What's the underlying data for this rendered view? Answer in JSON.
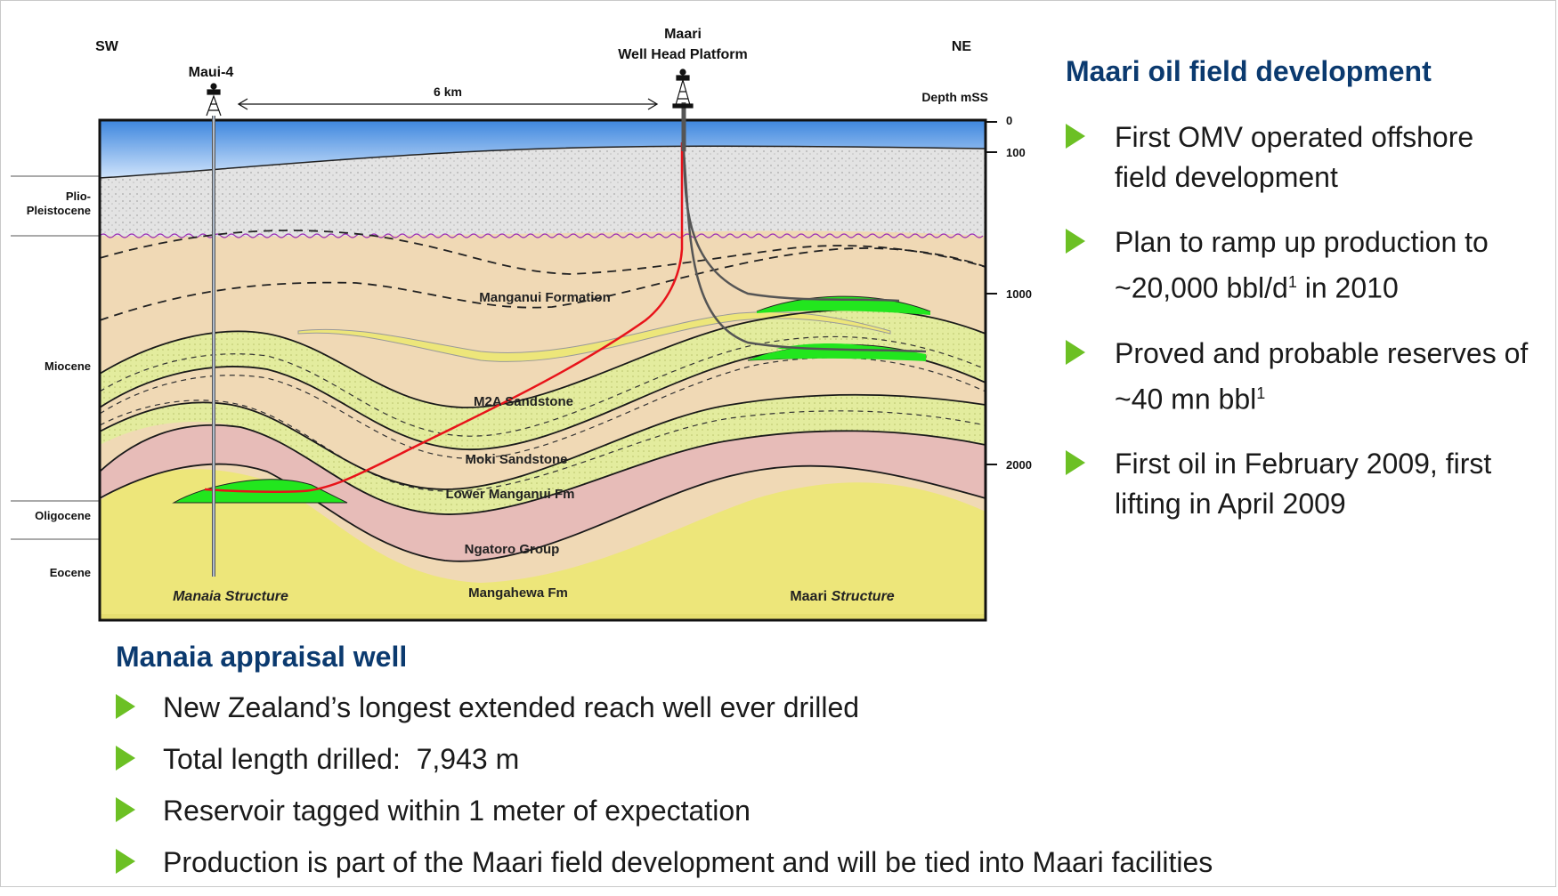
{
  "diagram": {
    "direction_left": "SW",
    "direction_right": "NE",
    "well_left": "Maui-4",
    "platform": [
      "Maari",
      "Well Head Platform"
    ],
    "distance": "6 km",
    "depth_title": "Depth mSS",
    "depth_ticks": [
      "0",
      "100",
      "1000",
      "2000"
    ],
    "epochs": {
      "plio": [
        "Plio-",
        "Pleistocene"
      ],
      "miocene": "Miocene",
      "oligocene": "Oligocene",
      "eocene": "Eocene"
    },
    "formations": {
      "manganui": "Manganui Formation",
      "m2a": "M2A Sandstone",
      "moki": "Moki Sandstone",
      "lower_manganui": "Lower Manganui Fm",
      "ngatoro": "Ngatoro Group",
      "mangahewa": "Mangahewa Fm"
    },
    "structure_left": "Manaia Structure",
    "structure_right_1": "Maari ",
    "structure_right_2": "Structure",
    "colors": {
      "sea": "#4f95e3",
      "oil": "#22e61e",
      "well_path": "#e8131a",
      "sand": "#f0d9b5",
      "pink": "#e7bcb8",
      "yellow": "#ede67a",
      "green_sand": "#e3ec9e"
    }
  },
  "right_panel": {
    "title": "Maari oil field development",
    "bullets": [
      {
        "text": "First OMV operated offshore field development",
        "sup": ""
      },
      {
        "text": "Plan to ramp up production to ~20,000 bbl/d",
        "sup": "1",
        "after": " in 2010"
      },
      {
        "text": "Proved and probable reserves of ~40 mn bbl",
        "sup": "1",
        "after": ""
      },
      {
        "text": "First oil in February 2009, first lifting in April 2009",
        "sup": ""
      }
    ]
  },
  "bottom_panel": {
    "title": "Manaia appraisal well",
    "bullets": [
      "New Zealand’s longest extended reach well ever drilled",
      "Total length drilled:  7,943 m",
      "Reservoir tagged within 1 meter of expectation",
      "Production is part of the Maari field development and will be tied into Maari facilities"
    ]
  },
  "icons": {
    "bullet": "green-triangle-icon",
    "rig": "drilling-rig-icon"
  }
}
